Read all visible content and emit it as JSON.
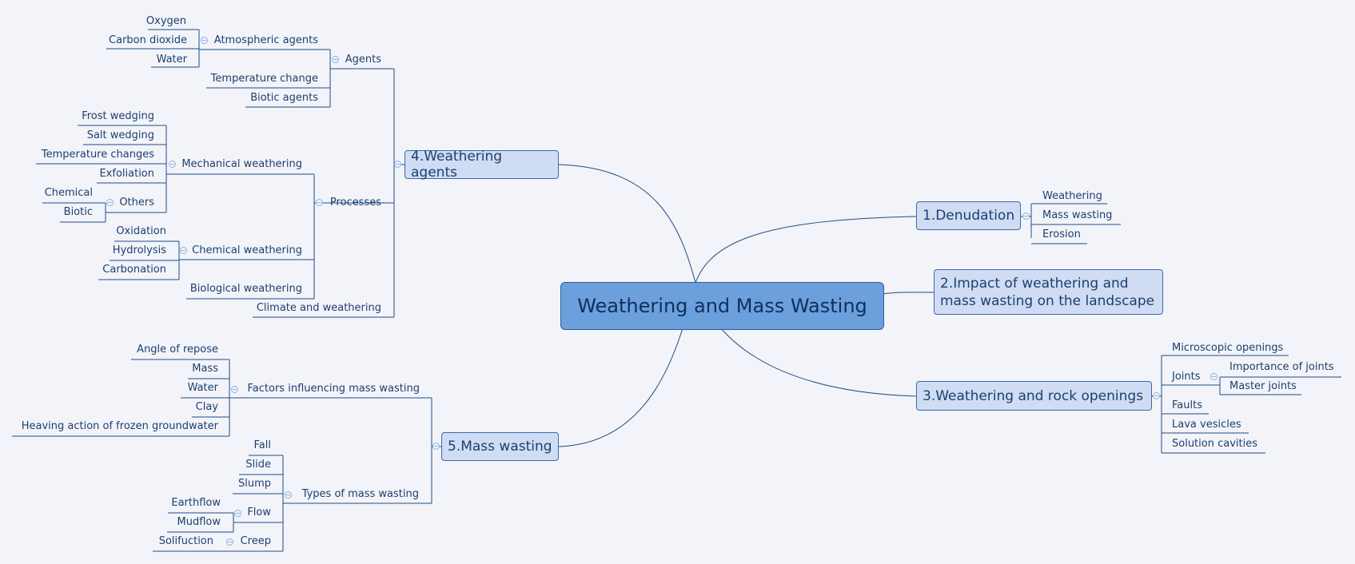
{
  "root": "Weathering and Mass Wasting",
  "branches": {
    "denudation": {
      "title": "1.Denudation",
      "items": [
        "Weathering",
        "Mass wasting",
        "Erosion"
      ]
    },
    "impact": {
      "title_line1": "2.Impact of weathering and",
      "title_line2": "mass wasting on the landscape"
    },
    "rock_openings": {
      "title": "3.Weathering and rock openings",
      "microscopic": "Microscopic openings",
      "joints": "Joints",
      "joints_children": [
        "Importance of joints",
        "Master joints"
      ],
      "faults": "Faults",
      "lava": "Lava vesicles",
      "solution": "Solution cavities"
    },
    "agents_branch": {
      "title": "4.Weathering agents",
      "agents": "Agents",
      "atmospheric": "Atmospheric agents",
      "atmospheric_children": [
        "Oxygen",
        "Carbon dioxide",
        "Water"
      ],
      "temperature_change": "Temperature change",
      "biotic_agents": "Biotic agents",
      "processes": "Processes",
      "mechanical": "Mechanical weathering",
      "mechanical_children": [
        "Frost wedging",
        "Salt wedging",
        "Temperature changes",
        "Exfoliation"
      ],
      "others": "Others",
      "others_children": [
        "Chemical",
        "Biotic"
      ],
      "chemical": "Chemical weathering",
      "chemical_children": [
        "Oxidation",
        "Hydrolysis",
        "Carbonation"
      ],
      "biological": "Biological weathering",
      "climate": "Climate and weathering"
    },
    "mass_wasting": {
      "title": "5.Mass wasting",
      "factors": "Factors influencing mass wasting",
      "factors_children": [
        "Angle of repose",
        "Mass",
        "Water",
        "Clay",
        "Heaving action of frozen groundwater"
      ],
      "types": "Types of mass wasting",
      "types_children": [
        "Fall",
        "Slide",
        "Slump"
      ],
      "flow": "Flow",
      "flow_children": [
        "Earthflow",
        "Mudflow"
      ],
      "creep": "Creep",
      "creep_children": [
        "Solifuction"
      ]
    }
  },
  "colors": {
    "background": "#f2f4f9",
    "line": "#1d4d86",
    "root_fill": "#6ba0dc",
    "box_fill": "#cfdcf4",
    "text": "#1d3f6e"
  }
}
